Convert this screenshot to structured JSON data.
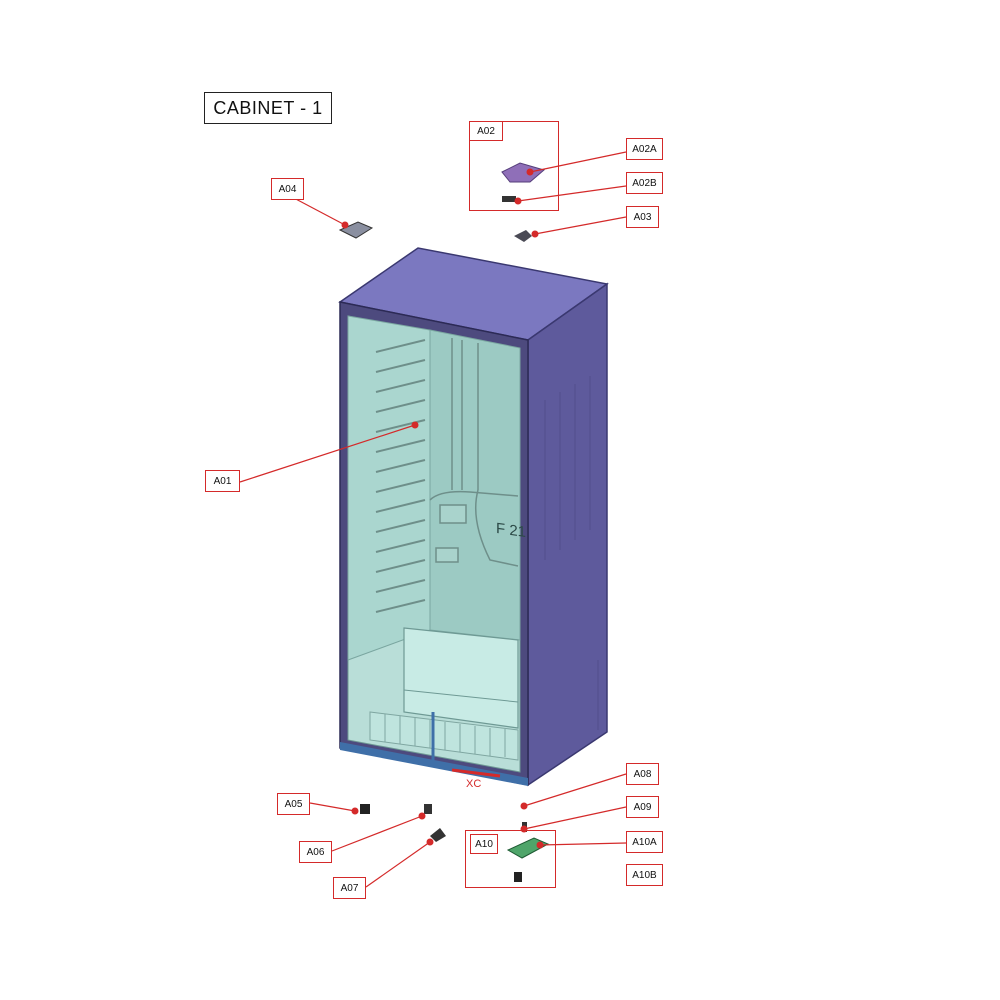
{
  "title": "CABINET - 1",
  "callouts": {
    "A01": "A01",
    "A02": "A02",
    "A02A": "A02A",
    "A02B": "A02B",
    "A03": "A03",
    "A04": "A04",
    "A05": "A05",
    "A06": "A06",
    "A07": "A07",
    "A08": "A08",
    "A09": "A09",
    "A10": "A10",
    "A10A": "A10A",
    "A10B": "A10B"
  },
  "cabinet_marks": {
    "inner_text": "F 21",
    "axis_label": "XC"
  },
  "colors": {
    "callout_red": "#d42a2a",
    "cabinet_side": "#5e5a9c",
    "cabinet_top": "#7b78c0",
    "liner": "#b9ded8",
    "liner_shadow": "#8fbcb6"
  }
}
